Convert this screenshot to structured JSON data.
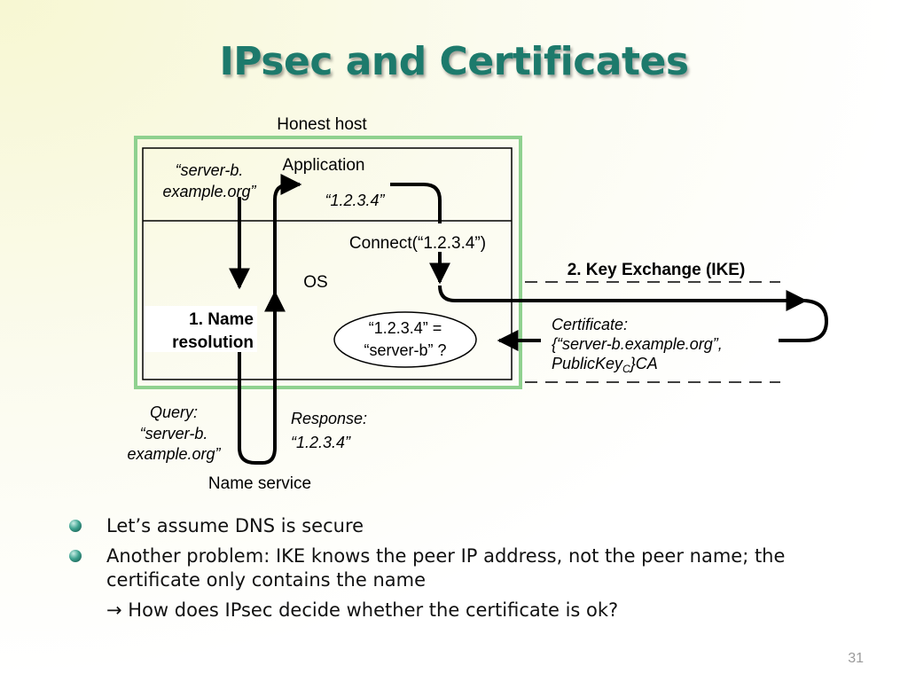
{
  "slide": {
    "title": "IPsec and Certificates",
    "page_number": "31"
  },
  "diagram": {
    "honest_host": "Honest host",
    "application": "Application",
    "os": "OS",
    "server_name_line1": "“server-b.",
    "server_name_line2": "example.org”",
    "ip_quoted": "“1.2.3.4”",
    "connect_call": "Connect(“1.2.3.4”)",
    "key_exchange": "2. Key Exchange (IKE)",
    "name_resolution_line1": "1. Name",
    "name_resolution_line2": "resolution",
    "check_line1": "“1.2.3.4” =",
    "check_line2": "“server-b” ?",
    "certificate_line1": "Certificate:",
    "certificate_line2": "{“server-b.example.org”,",
    "certificate_line3_a": "PublicKey",
    "certificate_line3_sub": "C",
    "certificate_line3_b": "}CA",
    "query_line1": "Query:",
    "query_line2": "“server-b.",
    "query_line3": "example.org”",
    "response_line1": "Response:",
    "response_line2": "“1.2.3.4”",
    "name_service": "Name service"
  },
  "bullets": [
    "Let’s assume DNS is secure",
    "Another problem: IKE knows the peer IP address, not the peer name; the certificate only contains the name"
  ],
  "subpoint": {
    "arrow": "→",
    "text": "How does IPsec decide whether the certificate is ok?"
  },
  "colors": {
    "title": "#1d7a6c",
    "host_border": "#8fd18f",
    "bullet": "#3fa390"
  }
}
